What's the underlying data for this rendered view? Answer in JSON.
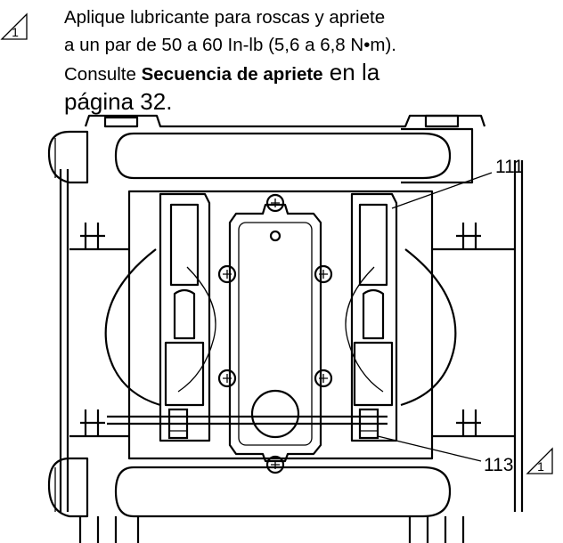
{
  "note": {
    "symbol": "1",
    "line1": "Aplique lubricante para roscas y apriete",
    "line2": "a un par de 50 a 60 In-lb (5,6 a 6,8 N•m).",
    "line3_prefix": "Consulte ",
    "line3_bold": "Secuencia de apriete",
    "line3_suffix": " en la",
    "line4": "página 32."
  },
  "callouts": {
    "part_111": "111",
    "part_113": "113",
    "part_113_symbol": "1"
  }
}
